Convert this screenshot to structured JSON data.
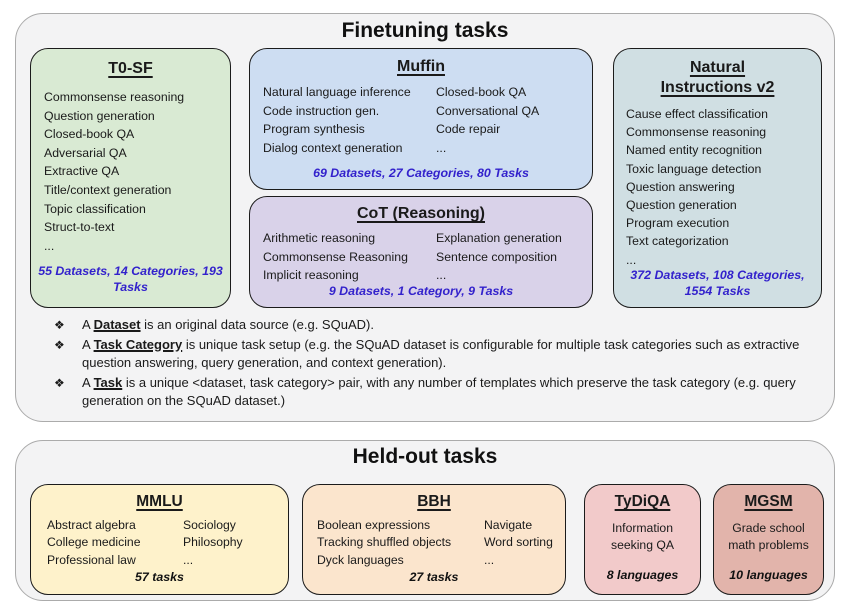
{
  "colors": {
    "container_bg": "#f3f3f4",
    "container_border": "#ababab",
    "box_border": "#1b1b1b",
    "stats_blue": "#3322cc",
    "t0sf_bg": "#d9ead3",
    "muffin_bg": "#cdddf2",
    "cot_bg": "#d9d2e9",
    "niv2_bg": "#d0dfe3",
    "mmlu_bg": "#fef2cb",
    "bbh_bg": "#fbe5cd",
    "tydiqa_bg": "#f2caca",
    "mgsm_bg": "#e2b4ab"
  },
  "finetuning": {
    "title": "Finetuning tasks",
    "t0sf": {
      "title": "T0-SF",
      "items": [
        "Commonsense reasoning",
        "Question generation",
        "Closed-book QA",
        "Adversarial QA",
        "Extractive QA",
        "Title/context generation",
        "Topic classification",
        "Struct-to-text",
        "..."
      ],
      "stats": "55 Datasets, 14 Categories, 193 Tasks"
    },
    "muffin": {
      "title": "Muffin",
      "col1": [
        "Natural language inference",
        "Code instruction gen.",
        "Program synthesis",
        "Dialog context generation"
      ],
      "col2": [
        "Closed-book QA",
        "Conversational QA",
        "Code repair",
        "..."
      ],
      "stats": "69 Datasets, 27 Categories, 80 Tasks"
    },
    "cot": {
      "title": "CoT (Reasoning)",
      "col1": [
        "Arithmetic reasoning",
        "Commonsense Reasoning",
        "Implicit reasoning"
      ],
      "col2": [
        "Explanation generation",
        "Sentence composition",
        "..."
      ],
      "stats": "9 Datasets, 1 Category, 9 Tasks"
    },
    "niv2": {
      "title": "Natural Instructions v2",
      "items": [
        "Cause effect classification",
        "Commonsense reasoning",
        "Named entity recognition",
        "Toxic language detection",
        "Question answering",
        "Question generation",
        "Program execution",
        "Text categorization",
        "..."
      ],
      "stats": "372 Datasets, 108 Categories, 1554 Tasks"
    },
    "bullet_marker": "❖",
    "bullets": [
      {
        "pre": "A ",
        "term": "Dataset",
        "rest": " is an original data source (e.g. SQuAD)."
      },
      {
        "pre": "A ",
        "term": "Task Category",
        "rest": " is unique task setup (e.g. the SQuAD dataset is configurable for multiple task categories such as extractive question answering, query generation, and context generation)."
      },
      {
        "pre": "A ",
        "term": "Task",
        "rest": " is a unique <dataset, task category> pair, with any number of templates which preserve the task category (e.g. query generation on the SQuAD dataset.)"
      }
    ]
  },
  "heldout": {
    "title": "Held-out tasks",
    "mmlu": {
      "title": "MMLU",
      "col1": [
        "Abstract algebra",
        "College medicine",
        "Professional law"
      ],
      "col2": [
        "Sociology",
        "Philosophy",
        "..."
      ],
      "stats": "57 tasks"
    },
    "bbh": {
      "title": "BBH",
      "col1": [
        "Boolean expressions",
        "Tracking shuffled objects",
        "Dyck languages"
      ],
      "col2": [
        "Navigate",
        "Word sorting",
        "..."
      ],
      "stats": "27 tasks"
    },
    "tydiqa": {
      "title": "TyDiQA",
      "desc": "Information seeking QA",
      "stats": "8 languages"
    },
    "mgsm": {
      "title": "MGSM",
      "desc": "Grade school math problems",
      "stats": "10 languages"
    }
  }
}
